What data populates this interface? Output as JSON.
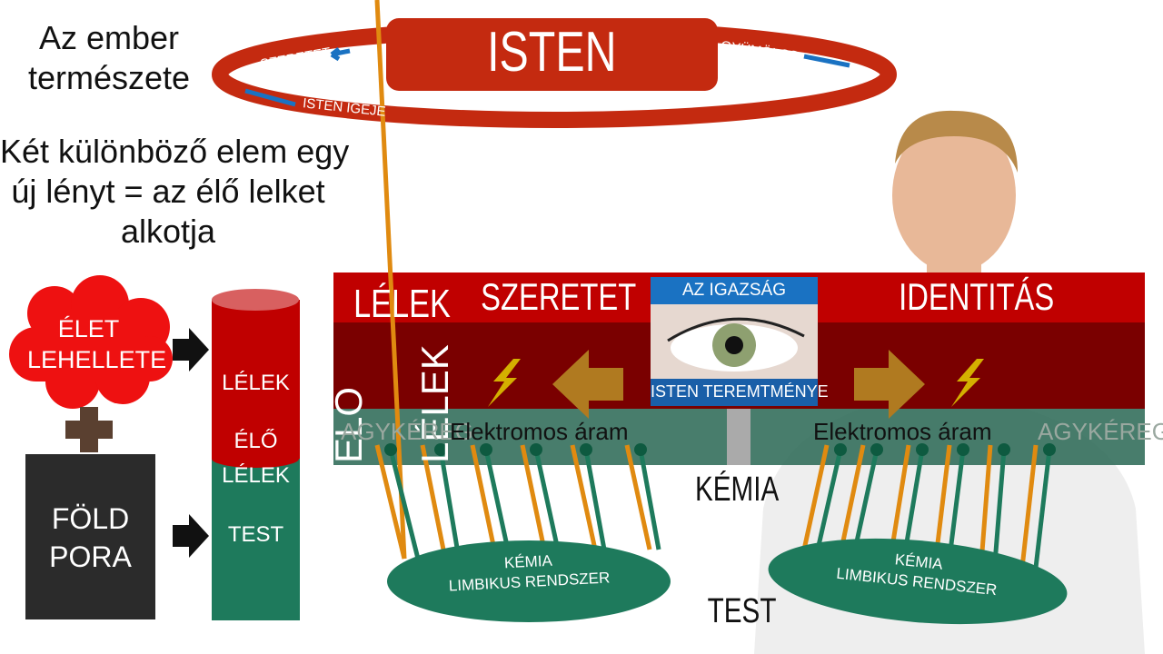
{
  "left_text": {
    "title_line1": "Az ember",
    "title_line2": "természete",
    "desc_line1": "Két különböző elem egy",
    "desc_line2": "új lényt = az élő lelket",
    "desc_line3": "alkotja"
  },
  "cycle": {
    "center": "ISTEN",
    "left_top": "SZERETET",
    "left_bottom": "ISTEN IGÉJE",
    "right": "GYÜMÖLCS"
  },
  "components": {
    "cloud_line1": "ÉLET",
    "cloud_line2": "LEHELLETE",
    "earth_line1": "FÖLD",
    "earth_line2": "PORA"
  },
  "cylinder": {
    "top": "LÉLEK",
    "mid1": "ÉLŐ",
    "mid2": "LÉLEK",
    "bottom": "TEST"
  },
  "panel": {
    "lelek": "LÉLEK",
    "szeretet": "SZERETET",
    "identitas": "IDENTITÁS",
    "elo": "ÉLŐ",
    "elo_lelek": "LÉLEK",
    "eye_top": "AZ IGAZSÁG",
    "eye_bottom": "ISTEN TEREMTMÉNYE",
    "cortex_left": "AGYKÉREG",
    "current_left": "Elektromos áram",
    "current_right": "Elektromos áram",
    "cortex_right": "AGYKÉREG"
  },
  "lower": {
    "kemia": "KÉMIA",
    "test": "TEST",
    "limbic_left_1": "KÉMIA",
    "limbic_left_2": "LIMBIKUS RENDSZER",
    "limbic_right_1": "KÉMIA",
    "limbic_right_2": "LIMBIKUS RENDSZER"
  },
  "colors": {
    "red": "#c00000",
    "dark_red": "#7a0000",
    "green": "#1e7a5c",
    "gold": "#b07a20",
    "blue": "#1a72c2"
  }
}
